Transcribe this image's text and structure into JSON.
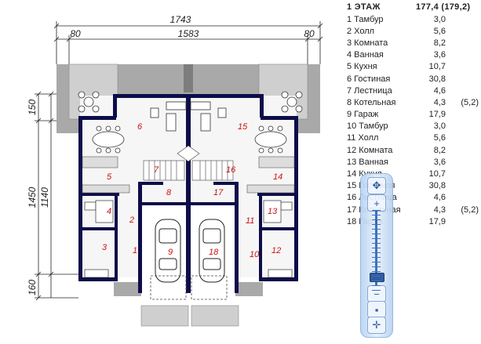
{
  "dimensions": {
    "total": "1743",
    "inner": "1583",
    "left_offset": "80",
    "right_offset": "80",
    "v_total": "1450",
    "v_inner": "1140",
    "v_top": "150",
    "v_bottom": "160"
  },
  "room_labels_left": [
    "1",
    "2",
    "3",
    "4",
    "5",
    "6",
    "7",
    "8",
    "9"
  ],
  "room_labels_right": [
    "10",
    "11",
    "12",
    "13",
    "14",
    "15",
    "16",
    "17",
    "18"
  ],
  "table": {
    "header_name": "1 ЭТАЖ",
    "header_area": "177,4 (179,2)",
    "rows": [
      {
        "name": "1 Тамбур",
        "area": "3,0",
        "extra": ""
      },
      {
        "name": "2 Холл",
        "area": "5,6",
        "extra": ""
      },
      {
        "name": "3 Комната",
        "area": "8,2",
        "extra": ""
      },
      {
        "name": "4 Ванная",
        "area": "3,6",
        "extra": ""
      },
      {
        "name": "5 Кухня",
        "area": "10,7",
        "extra": ""
      },
      {
        "name": "6 Гостиная",
        "area": "30,8",
        "extra": ""
      },
      {
        "name": "7 Лестница",
        "area": "4,6",
        "extra": ""
      },
      {
        "name": "8 Котельная",
        "area": "4,3",
        "extra": "(5,2)"
      },
      {
        "name": "9 Гараж",
        "area": "17,9",
        "extra": ""
      },
      {
        "name": "10 Тамбур",
        "area": "3,0",
        "extra": ""
      },
      {
        "name": "11 Холл",
        "area": "5,6",
        "extra": ""
      },
      {
        "name": "12 Комната",
        "area": "8,2",
        "extra": ""
      },
      {
        "name": "13 Ванная",
        "area": "3,6",
        "extra": ""
      },
      {
        "name": "14 Кухня",
        "area": "10,7",
        "extra": ""
      },
      {
        "name": "15 Гостиная",
        "area": "30,8",
        "extra": ""
      },
      {
        "name": "16 Лестница",
        "area": "4,6",
        "extra": ""
      },
      {
        "name": "17 Котельная",
        "area": "4,3",
        "extra": "(5,2)"
      },
      {
        "name": "18 Гараж",
        "area": "17,9",
        "extra": ""
      }
    ]
  },
  "zoom": {
    "pan_icon": "pan-arrows-icon",
    "zoom_in": "+",
    "zoom_out": "−",
    "fit_icon": "fit-icon",
    "move_icon": "move-icon",
    "level": 0.22
  }
}
